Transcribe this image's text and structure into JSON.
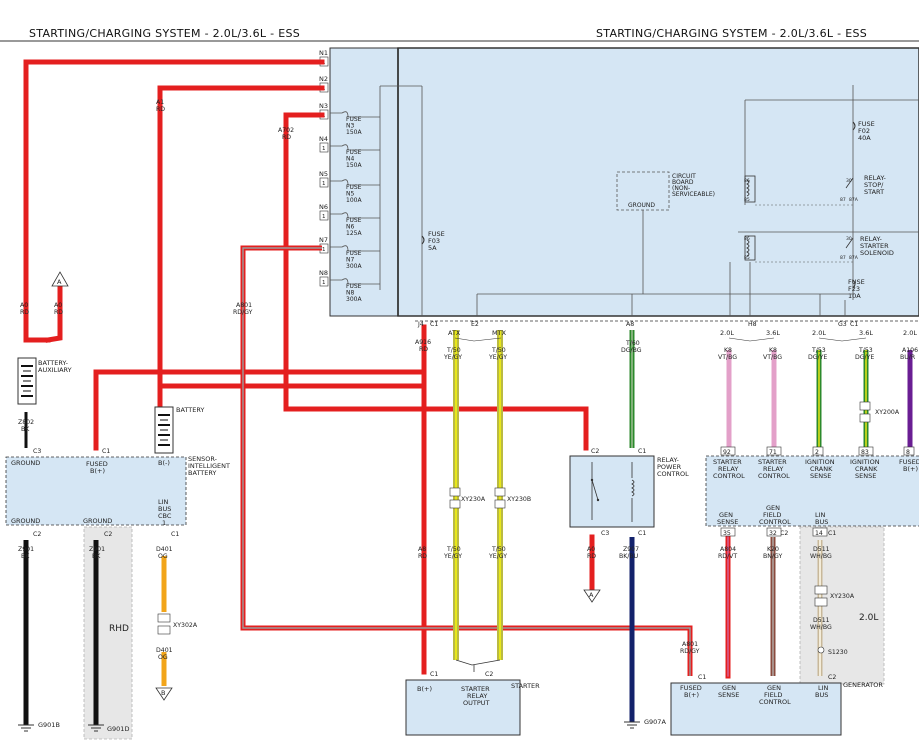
{
  "header": {
    "left_title": "STARTING/CHARGING SYSTEM - 2.0L/3.6L - ESS",
    "right_title": "STARTING/CHARGING SYSTEM - 2.0L/3.6L - ESS"
  },
  "pdc": {
    "pins": [
      "N1",
      "N2",
      "N3",
      "N4",
      "N5",
      "N6",
      "N7",
      "N8"
    ],
    "fuses": [
      {
        "l1": "FUSE",
        "l2": "N3",
        "l3": "150A"
      },
      {
        "l1": "FUSE",
        "l2": "N4",
        "l3": "150A"
      },
      {
        "l1": "FUSE",
        "l2": "N5",
        "l3": "100A"
      },
      {
        "l1": "FUSE",
        "l2": "N6",
        "l3": "125A"
      },
      {
        "l1": "FUSE",
        "l2": "N7",
        "l3": "300A"
      },
      {
        "l1": "FUSE",
        "l2": "N8",
        "l3": "300A"
      }
    ],
    "fuse_f03": [
      "FUSE",
      "F03",
      "5A"
    ],
    "fuse_f02": [
      "FUSE",
      "F02",
      "40A"
    ],
    "fuse_f23": [
      "FUSE",
      "F23",
      "10A"
    ],
    "circuit_board": [
      "CIRCUIT",
      "BOARD",
      "(NON-",
      "SERVICEABLE)"
    ],
    "ground": "GROUND",
    "relay_stop_start": [
      "RELAY-",
      "STOP/",
      "START"
    ],
    "relay_starter_solenoid": [
      "RELAY-",
      "STARTER",
      "SOLENOID"
    ],
    "relay_pins": [
      "86",
      "85",
      "30",
      "87",
      "87A"
    ]
  },
  "wires": {
    "a0_rd": [
      "A0",
      "RD"
    ],
    "a1_rd": [
      "A1",
      "RD"
    ],
    "a702_rd": [
      "A702",
      "RD"
    ],
    "a801_rdgy": [
      "A801",
      "RD/GY"
    ],
    "a916_rd": [
      "A916",
      "RD"
    ],
    "t50_a": [
      "T/50",
      "YE/GY"
    ],
    "t50_b": [
      "T/50",
      "YE/GY"
    ],
    "t60": [
      "T/60",
      "DG/BG"
    ],
    "k8_a": [
      "K8",
      "VT/BG"
    ],
    "k8_b": [
      "K8",
      "VT/BG"
    ],
    "t53_a": [
      "T/53",
      "DG/YE"
    ],
    "t53_b": [
      "T/53",
      "DG/YE"
    ],
    "a106": [
      "A106",
      "BU/R"
    ],
    "z802": [
      "Z802",
      "BK"
    ],
    "z901_a": [
      "Z901",
      "BK"
    ],
    "z901_b": [
      "Z901",
      "BK"
    ],
    "d401": [
      "D401",
      "OG"
    ],
    "d401_b": [
      "D401",
      "OG"
    ],
    "a8_rd": [
      "A8",
      "RD"
    ],
    "a0_rd_b": [
      "A0",
      "RD"
    ],
    "z907": [
      "Z907",
      "BK/BU"
    ],
    "a804": [
      "A804",
      "RD/VT"
    ],
    "k20": [
      "K20",
      "BN/GY"
    ],
    "d511": [
      "D511",
      "WH/BG"
    ],
    "d511_b": [
      "D511",
      "WH/BG"
    ],
    "a801_b": [
      "A801",
      "RD/GY"
    ]
  },
  "engine_labels": {
    "atx": "ATX",
    "mtx": "MTX",
    "l20": "2.0L",
    "l36": "3.6L",
    "l20b": "2.0L",
    "l36b": "3.6L",
    "l20c": "2.0L",
    "l20_box": "2.0L"
  },
  "connectors": {
    "c1": "C1",
    "c2": "C2",
    "c3": "C3",
    "j4": "J4",
    "e2": "E2",
    "a8": "A8",
    "h8": "H8",
    "g3": "G3",
    "xy200a": "XY200A",
    "xy230a": "XY230A",
    "xy230b": "XY230B",
    "xy302a": "XY302A",
    "xy230a_b": "XY230A",
    "s1230": "S1230"
  },
  "components": {
    "battery_aux": [
      "BATTERY-",
      "AUXILIARY"
    ],
    "battery": "BATTERY",
    "sensor_ibs": [
      "SENSOR-",
      "INTELLIGENT",
      "BATTERY"
    ],
    "ibs_pins": {
      "ground_top": "GROUND",
      "fused": [
        "FUSED",
        "B(+)"
      ],
      "bneg": "B(-)",
      "lin": [
        "LIN",
        "BUS",
        "CBC",
        "1"
      ],
      "ground_b1": "GROUND",
      "ground_b2": "GROUND"
    },
    "rhd": "RHD",
    "relay_power": [
      "RELAY-",
      "POWER",
      "CONTROL"
    ],
    "starter": "STARTER",
    "starter_pins": {
      "b": "B(+)",
      "out": [
        "STARTER",
        "RELAY",
        "OUTPUT"
      ]
    },
    "generator": "GENERATOR",
    "gen_pins": {
      "fused": [
        "FUSED",
        "B(+)"
      ],
      "sense": [
        "GEN",
        "SENSE"
      ],
      "field": [
        "GEN",
        "FIELD",
        "CONTROL"
      ],
      "lin": [
        "LIN",
        "BUS"
      ]
    },
    "pcm_pins": {
      "src": [
        "STARTER",
        "RELAY",
        "CONTROL"
      ],
      "src2": [
        "STARTER",
        "RELAY",
        "CONTROL"
      ],
      "ics": [
        "IGNITION",
        "CRANK",
        "SENSE"
      ],
      "ics2": [
        "IGNITION",
        "CRANK",
        "SENSE"
      ],
      "fused": [
        "FUSED",
        "B(+)"
      ],
      "gen_sense": [
        "GEN",
        "SENSE"
      ],
      "gen_field": [
        "GEN",
        "FIELD",
        "CONTROL"
      ],
      "lin": [
        "LIN",
        "BUS"
      ]
    },
    "grounds": {
      "g901b": "G901B",
      "g901d": "G901D",
      "g907a": "G907A"
    },
    "pcm_pin_numbers": {
      "p92": "92",
      "p71": "71",
      "p2": "2",
      "p83": "83",
      "p8": "8",
      "p35": "35",
      "p32": "32",
      "p14": "14"
    },
    "ref_a": "A",
    "ref_b": "B"
  },
  "colors": {
    "rd": "#e41f1f",
    "ye": "#e8e81a",
    "gy": "#9b9b9b",
    "dg": "#2c8a2c",
    "vt": "#e3a0c9",
    "bk": "#111111",
    "bu": "#13226b",
    "og": "#f2a51a",
    "bn": "#8a4b3e",
    "wh": "#f3ecd9",
    "box": "#d5e6f4",
    "purple": "#6a1e93"
  }
}
